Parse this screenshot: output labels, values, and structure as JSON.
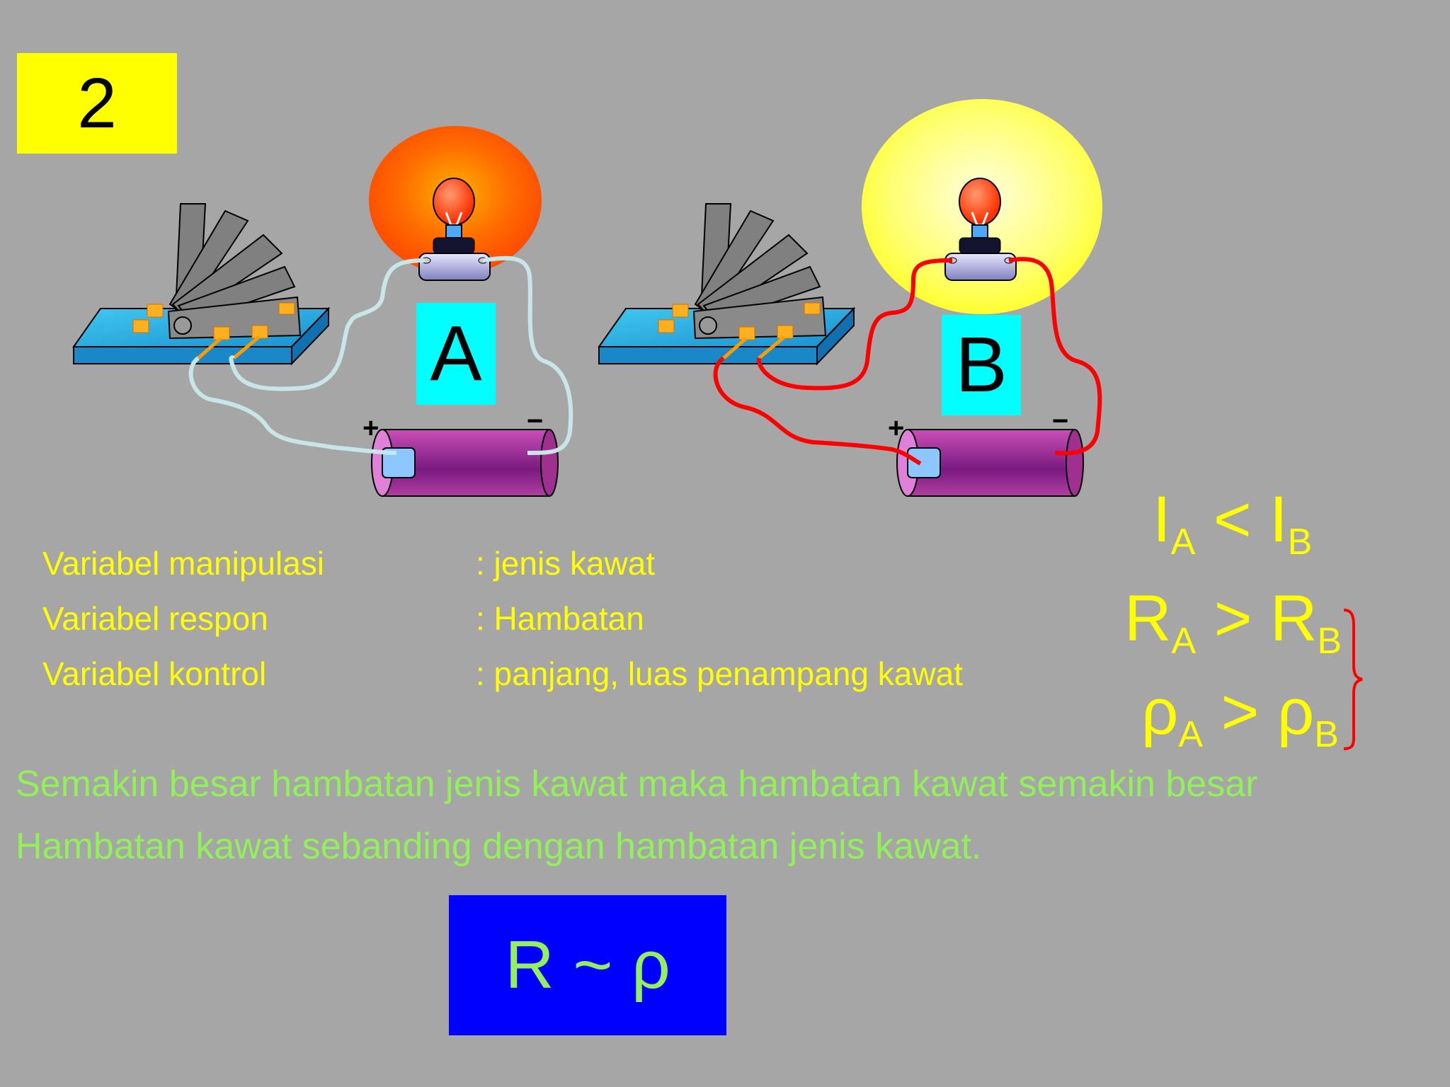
{
  "slide_number": "2",
  "circuit_a": {
    "label": "A",
    "plus": "+",
    "minus": "−"
  },
  "circuit_b": {
    "label": "B",
    "plus": "+",
    "minus": "−"
  },
  "variables": [
    {
      "name": "Variabel manipulasi",
      "value": ": jenis kawat"
    },
    {
      "name": "Variabel respon",
      "value": ": Hambatan"
    },
    {
      "name": "Variabel kontrol",
      "value": ": panjang, luas penampang kawat"
    }
  ],
  "relations": {
    "current": {
      "left": "I",
      "left_sub": "A",
      "op": "<",
      "right": "I",
      "right_sub": "B"
    },
    "resistance": {
      "left": "R",
      "left_sub": "A",
      "op": ">",
      "right": "R",
      "right_sub": "B"
    },
    "resistivity": {
      "left": "ρ",
      "left_sub": "A",
      "op": ">",
      "right": "ρ",
      "right_sub": "B"
    }
  },
  "conclusion": [
    "Semakin besar hambatan jenis kawat maka hambatan kawat semakin besar",
    "Hambatan kawat sebanding dengan hambatan jenis kawat."
  ],
  "formula": "R ~ ρ",
  "colors": {
    "background": "#a6a6a6",
    "wire_a": "#c8e6e8",
    "wire_b": "#ff0000",
    "glow_a": "#ff5500",
    "glow_b": "#ffff40",
    "label_box": "#00ffff",
    "formula_box": "#0000ff"
  }
}
